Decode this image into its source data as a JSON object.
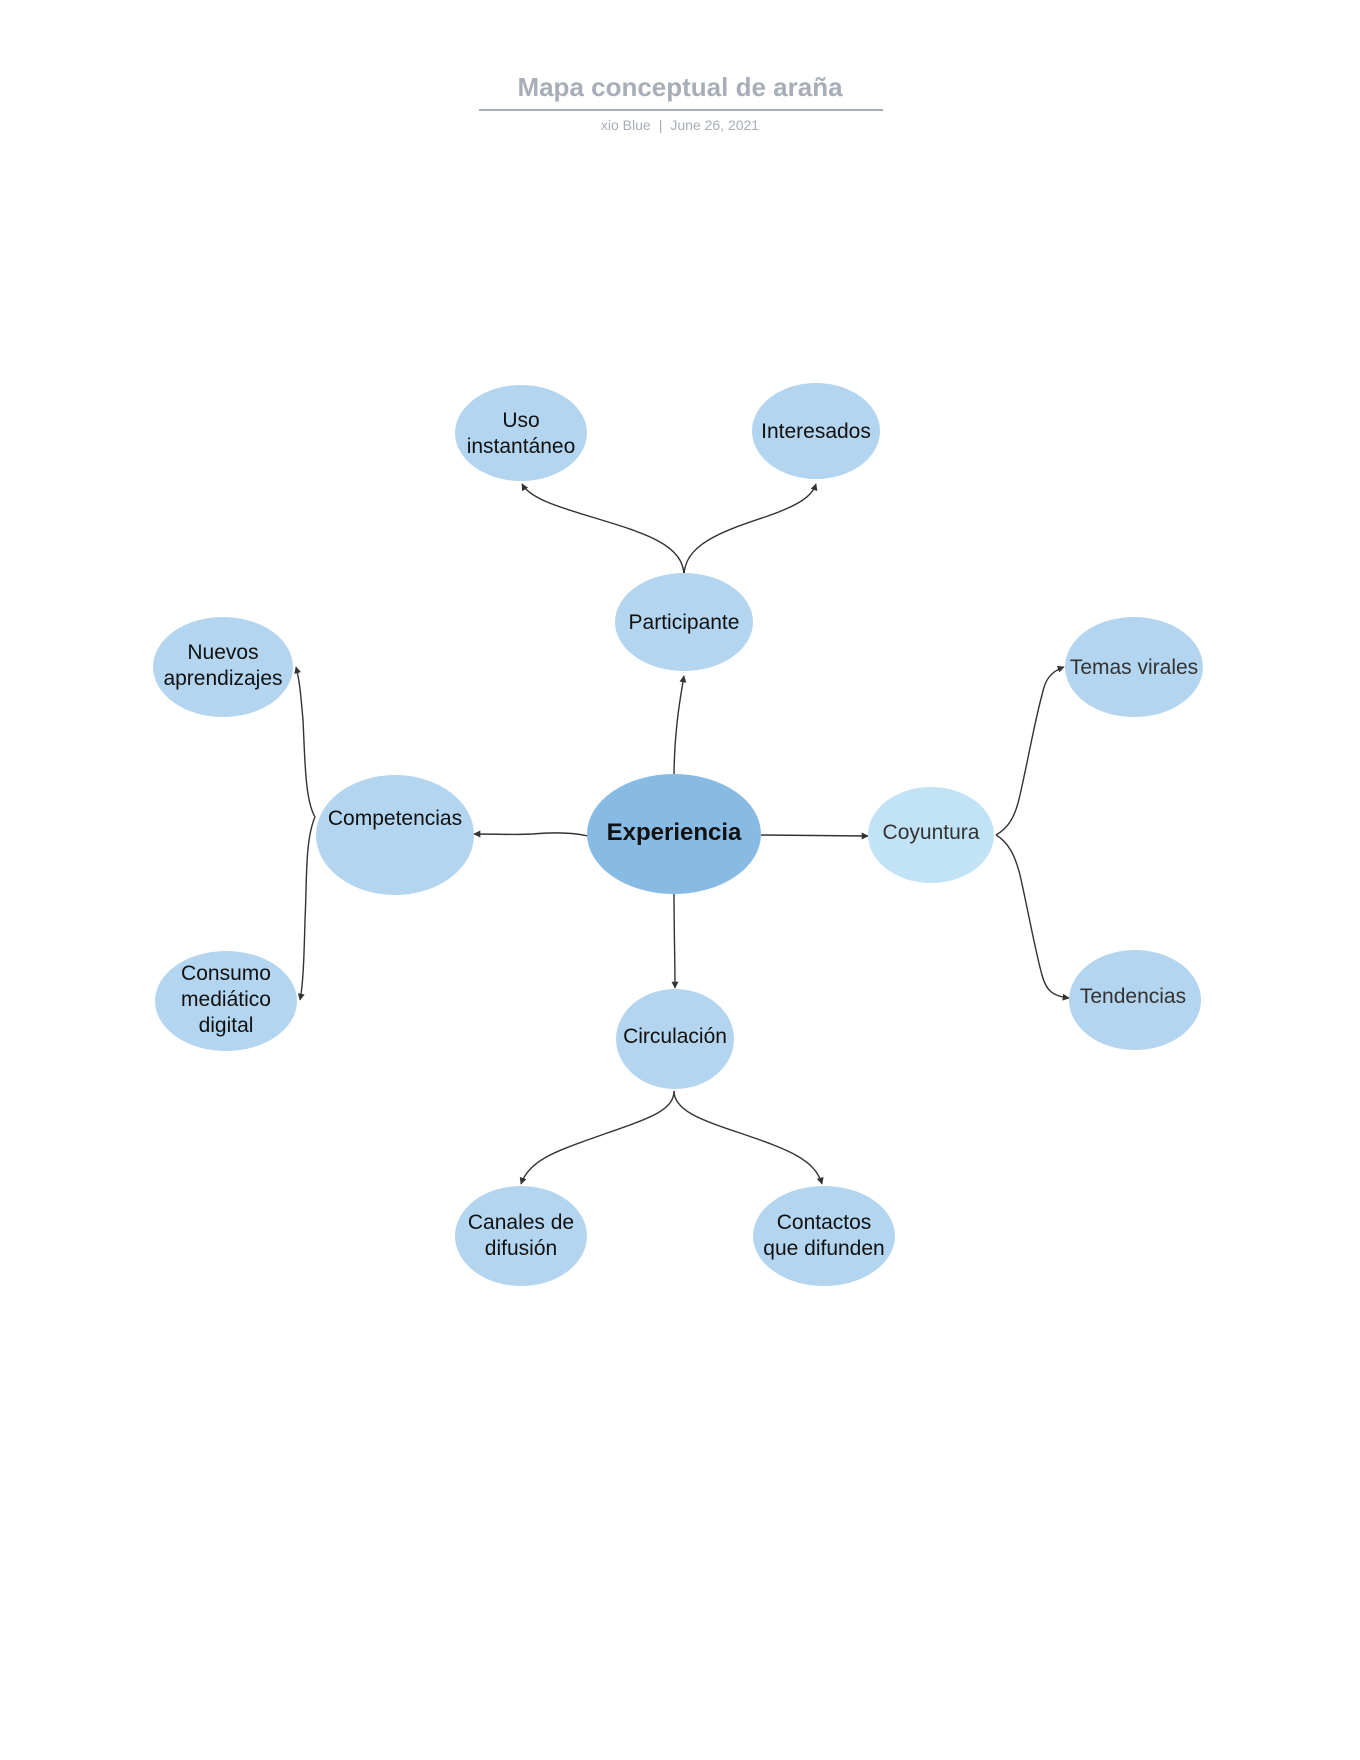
{
  "header": {
    "title": "Mapa conceptual de araña",
    "author": "xio Blue",
    "separator": "|",
    "date": "June 26, 2021"
  },
  "nodes": {
    "center": {
      "lines": [
        "Experiencia"
      ]
    },
    "participante": {
      "lines": [
        "Participante"
      ]
    },
    "uso": {
      "lines": [
        "Uso",
        "instantáneo"
      ]
    },
    "interesados": {
      "lines": [
        "Interesados"
      ]
    },
    "competencias": {
      "lines": [
        "Competencias"
      ]
    },
    "nuevos": {
      "lines": [
        "Nuevos",
        "aprendizajes"
      ]
    },
    "consumo": {
      "lines": [
        "Consumo",
        "mediático",
        "digital"
      ]
    },
    "coyuntura": {
      "lines": [
        "Coyuntura"
      ]
    },
    "temas": {
      "lines": [
        "Temas virales"
      ]
    },
    "tendencias": {
      "lines": [
        "Tendencias"
      ]
    },
    "circulacion": {
      "lines": [
        "Circulación"
      ]
    },
    "canales": {
      "lines": [
        "Canales de",
        "difusión"
      ]
    },
    "contactos": {
      "lines": [
        "Contactos",
        "que difunden"
      ]
    }
  },
  "colors": {
    "center_fill": "#88bbe4",
    "node_fill": "#b3d5ef",
    "coyuntura_fill": "#c2e3f6",
    "edge": "#333333",
    "header_text": "#a7aeb7"
  }
}
